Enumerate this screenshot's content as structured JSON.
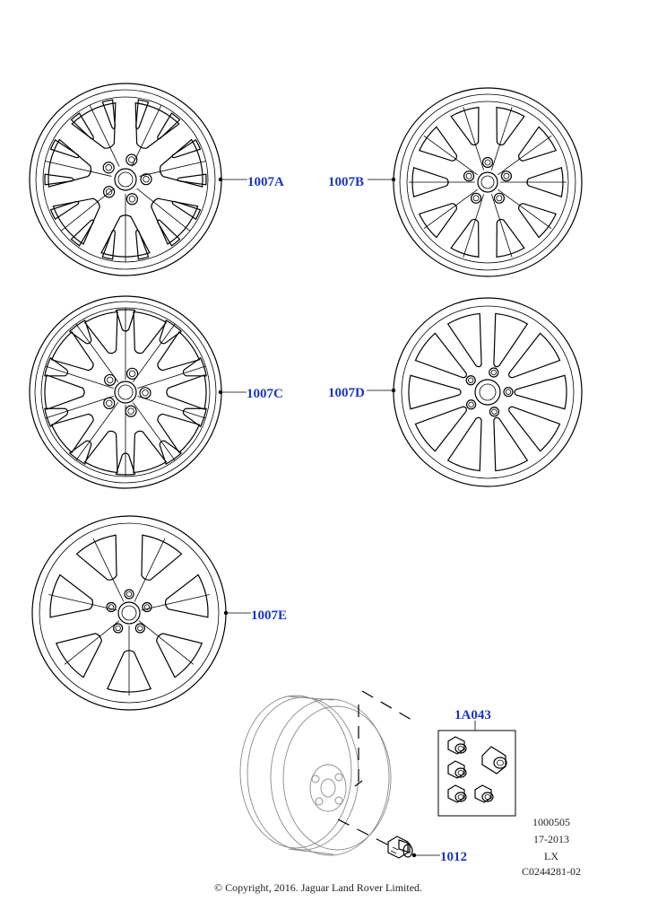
{
  "callouts": {
    "wheel_a": "1007A",
    "wheel_b": "1007B",
    "wheel_c": "1007C",
    "wheel_d": "1007D",
    "wheel_e": "1007E",
    "locking_kit": "1A043",
    "wheel_nut": "1012"
  },
  "meta": {
    "line1": "1000505",
    "line2": "17-2013",
    "line3": "LX",
    "line4": "C0244281-02"
  },
  "copyright": "© Copyright, 2016. Jaguar Land Rover Limited.",
  "colors": {
    "callout": "#1a35c8",
    "line": "#000000",
    "faded": "#8a8a8a"
  }
}
